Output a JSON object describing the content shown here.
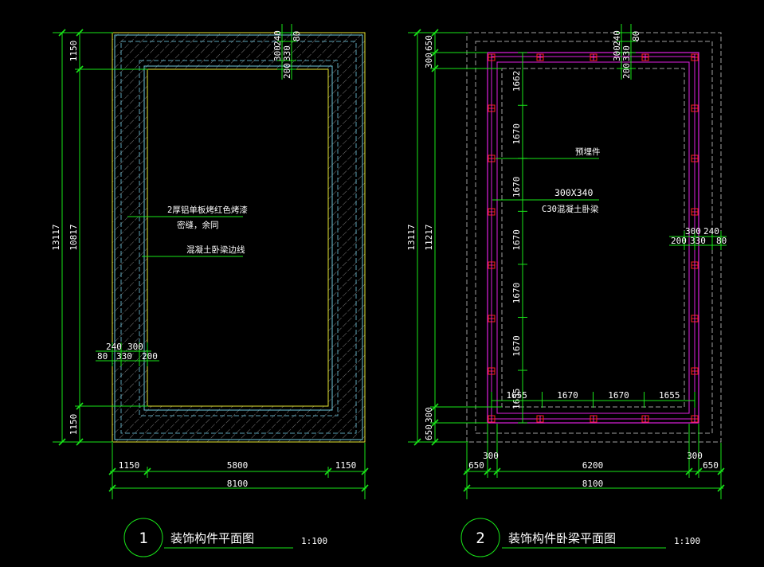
{
  "colors": {
    "background": "#000000",
    "dimension_line": "#19e619",
    "text": "#ffffff",
    "outer_edge_cyan": "#6ec8dc",
    "inner_opening_yellow": "#e6e632",
    "hatch": "#8c8c8c",
    "beam_magenta": "#e020e0",
    "embedded_part_red": "#ff2020",
    "dashed_gray": "#a0a0a0"
  },
  "plan1": {
    "title": "装饰构件平面图",
    "number": "1",
    "scale": "1:100",
    "dims": {
      "top_segments": [
        "300",
        "240",
        "200",
        "330",
        "80"
      ],
      "left_overall": "13117",
      "left_middle": "10817",
      "left_top": "1150",
      "left_bottom": "1150",
      "bottom_left": "1150",
      "bottom_middle": "5800",
      "bottom_right": "1150",
      "bottom_overall": "8100",
      "inner_row1": "240",
      "inner_row1b": "300",
      "inner_row2_a": "80",
      "inner_row2_b": "330",
      "inner_row2_c": "200"
    },
    "notes": {
      "note1_line1": "2厚铝单板烤红色烤漆",
      "note1_line2": "密缝，余同",
      "note2": "混凝土卧梁边线"
    }
  },
  "plan2": {
    "title": "装饰构件卧梁平面图",
    "number": "2",
    "scale": "1:100",
    "dims": {
      "top_segments": [
        "300",
        "240",
        "200",
        "330",
        "80"
      ],
      "left_overall": "13117",
      "left_middle": "11217",
      "left_top_a": "650",
      "left_top_b": "300",
      "left_bottom_a": "300",
      "left_bottom_b": "650",
      "inner_vertical": [
        "1662",
        "1670",
        "1670",
        "1670",
        "1670",
        "1670",
        "1655"
      ],
      "inner_horizontal": [
        "1655",
        "1670",
        "1670",
        "1655"
      ],
      "right_row1_a": "300",
      "right_row1_b": "240",
      "right_row2": [
        "200",
        "330",
        "80"
      ],
      "bottom_row1_left": "300",
      "bottom_row1_right": "300",
      "bottom_row2": [
        "650",
        "6200",
        "650"
      ],
      "bottom_overall": "8100"
    },
    "notes": {
      "embedded": "预埋件",
      "beam_size": "300X340",
      "beam_name": "C30混凝土卧梁"
    }
  }
}
